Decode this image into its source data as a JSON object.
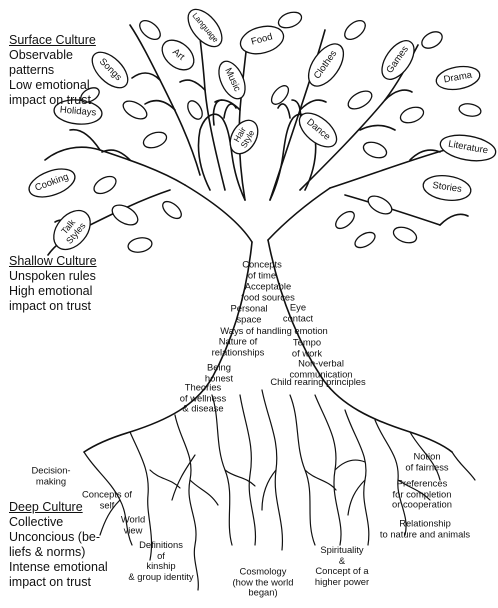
{
  "layers": [
    {
      "title": "Surface Culture",
      "lines": [
        "Observable",
        "patterns",
        "Low emotional",
        "impact on trust"
      ]
    },
    {
      "title": "Shallow Culture",
      "lines": [
        "Unspoken rules",
        "High emotional",
        "impact on trust"
      ]
    },
    {
      "title": "Deep Culture",
      "lines": [
        "Collective",
        "Unconcious (be-",
        "liefs & norms)",
        "Intense emotional",
        "impact on trust"
      ]
    }
  ],
  "surface_items": [
    {
      "lines": [
        "Food"
      ]
    },
    {
      "lines": [
        "Language"
      ]
    },
    {
      "lines": [
        "Art"
      ]
    },
    {
      "lines": [
        "Songs"
      ]
    },
    {
      "lines": [
        "Music"
      ]
    },
    {
      "lines": [
        "Holidays"
      ]
    },
    {
      "lines": [
        "Hair",
        "Style"
      ]
    },
    {
      "lines": [
        "Clothes"
      ]
    },
    {
      "lines": [
        "Games"
      ]
    },
    {
      "lines": [
        "Drama"
      ]
    },
    {
      "lines": [
        "Dance"
      ]
    },
    {
      "lines": [
        "Literature"
      ]
    },
    {
      "lines": [
        "Stories"
      ]
    },
    {
      "lines": [
        "Cooking"
      ]
    },
    {
      "lines": [
        "Talk",
        "Styles"
      ]
    }
  ],
  "shallow_items": [
    {
      "lines": [
        "Concepts",
        "of time"
      ]
    },
    {
      "lines": [
        "Acceptable",
        "food sources"
      ]
    },
    {
      "lines": [
        "Personal",
        "space"
      ]
    },
    {
      "lines": [
        "Eye",
        "contact"
      ]
    },
    {
      "lines": [
        "Ways of handling emotion"
      ]
    },
    {
      "lines": [
        "Nature of",
        "relationships"
      ]
    },
    {
      "lines": [
        "Tempo",
        "of work"
      ]
    },
    {
      "lines": [
        "Non-verbal",
        "communication"
      ]
    },
    {
      "lines": [
        "Child rearing principles"
      ]
    },
    {
      "lines": [
        "Being",
        "honest"
      ]
    },
    {
      "lines": [
        "Theories",
        "of wellness",
        "& disease"
      ]
    }
  ],
  "deep_items": [
    {
      "lines": [
        "Decision-",
        "making"
      ]
    },
    {
      "lines": [
        "Concepts of",
        "self"
      ]
    },
    {
      "lines": [
        "World",
        "view"
      ]
    },
    {
      "lines": [
        "Definitions",
        "of",
        "kinship",
        "& group identity"
      ]
    },
    {
      "lines": [
        "Cosmology",
        "(how the world",
        "began)"
      ]
    },
    {
      "lines": [
        "Spirituality",
        "&",
        "Concept of a",
        "higher power"
      ]
    },
    {
      "lines": [
        "Relationship",
        "to nature and animals"
      ]
    },
    {
      "lines": [
        "Preferences",
        "for completion",
        "or cooperation"
      ]
    },
    {
      "lines": [
        "Notion",
        "of fairness"
      ]
    }
  ]
}
